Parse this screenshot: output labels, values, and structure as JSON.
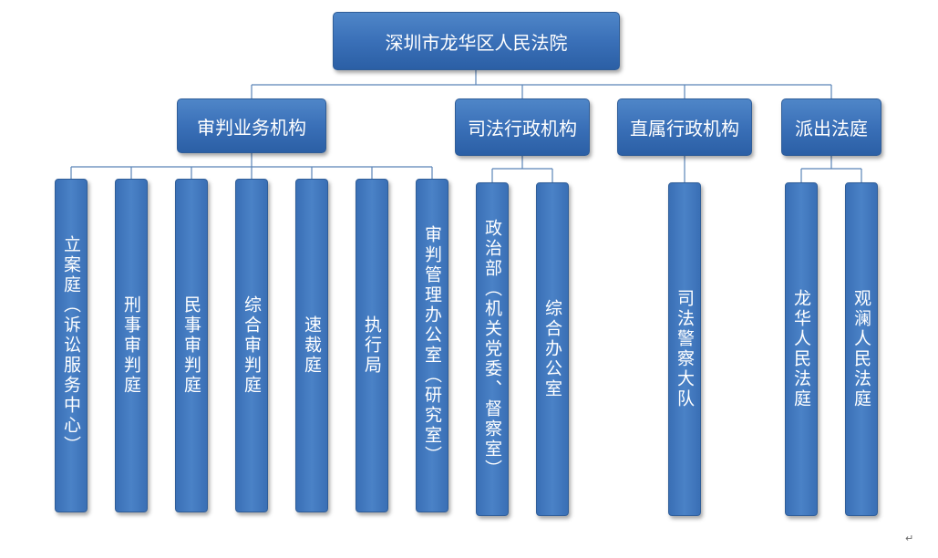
{
  "root": {
    "label": "深圳市龙华区人民法院"
  },
  "groups": [
    {
      "label": "审判业务机构",
      "children": [
        "立案庭（诉讼服务中心）",
        "刑事审判庭",
        "民事审判庭",
        "综合审判庭",
        "速裁庭",
        "执行局",
        "审判管理办公室（研究室）"
      ]
    },
    {
      "label": "司法行政机构",
      "children": [
        "政治部（机关党委、督察室）",
        "综合办公室"
      ]
    },
    {
      "label": "直属行政机构",
      "children": [
        "司法警察大队"
      ]
    },
    {
      "label": "派出法庭",
      "children": [
        "龙华人民法庭",
        "观澜人民法庭"
      ]
    }
  ],
  "end_mark": "↵"
}
